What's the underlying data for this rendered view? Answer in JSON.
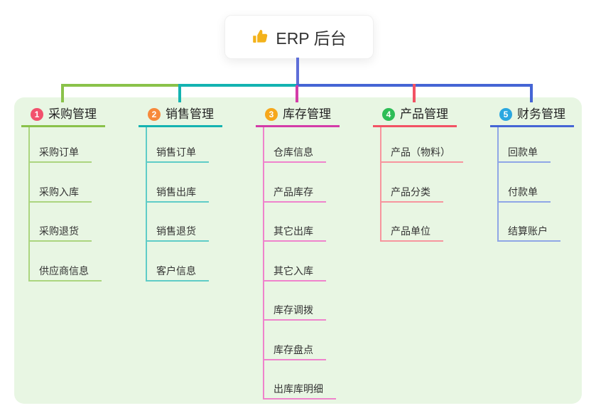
{
  "root": {
    "label": "ERP 后台",
    "icon": "thumbs-up"
  },
  "colors": {
    "page_bg": "#ffffff",
    "canvas_bg": "#e8f6e3",
    "root_connector": "#5e6ed8",
    "root_card_bg": "#ffffff",
    "thumb_icon": "#f3b21b"
  },
  "branches": [
    {
      "num": "1",
      "label": "采购管理",
      "badge_color": "#f2516d",
      "line_color": "#8ac24a",
      "child_line_color": "#abd57f",
      "children": [
        "采购订单",
        "采购入库",
        "采购退货",
        "供应商信息"
      ]
    },
    {
      "num": "2",
      "label": "销售管理",
      "badge_color": "#f7893b",
      "line_color": "#14b3b1",
      "child_line_color": "#5fccc7",
      "children": [
        "销售订单",
        "销售出库",
        "销售退货",
        "客户信息"
      ]
    },
    {
      "num": "3",
      "label": "库存管理",
      "badge_color": "#f6a71b",
      "line_color": "#d33ca8",
      "child_line_color": "#ef83cc",
      "children": [
        "仓库信息",
        "产品库存",
        "其它出库",
        "其它入库",
        "库存调拨",
        "库存盘点",
        "出库库明细"
      ]
    },
    {
      "num": "4",
      "label": "产品管理",
      "badge_color": "#2dbd56",
      "line_color": "#f25264",
      "child_line_color": "#f7959e",
      "children": [
        "产品（物料）",
        "产品分类",
        "产品单位"
      ]
    },
    {
      "num": "5",
      "label": "财务管理",
      "badge_color": "#2aa7e0",
      "line_color": "#4565d5",
      "child_line_color": "#8fa6e6",
      "children": [
        "回款单",
        "付款单",
        "结算账户"
      ]
    }
  ]
}
